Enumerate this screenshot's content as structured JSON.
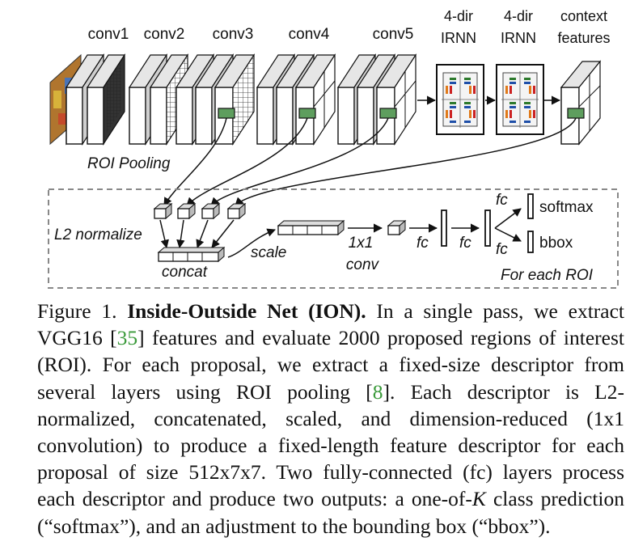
{
  "diagram": {
    "conv_labels": [
      "conv1",
      "conv2",
      "conv3",
      "conv4",
      "conv5"
    ],
    "irnn_label_1": [
      "4-dir",
      "IRNN"
    ],
    "irnn_label_2": [
      "4-dir",
      "IRNN"
    ],
    "context_label": [
      "context",
      "features"
    ],
    "roi_pooling": "ROI Pooling",
    "l2_normalize": "L2 normalize",
    "concat": "concat",
    "scale": "scale",
    "conv1x1": [
      "1x1",
      "conv"
    ],
    "fc": "fc",
    "softmax": "softmax",
    "bbox": "bbox",
    "for_each_roi": "For each ROI"
  },
  "caption": {
    "figure": "Figure 1. ",
    "title": "Inside-Outside Net (ION).",
    "t1": " In a single pass, we extract VGG16 [",
    "ref1": "35",
    "t2": "] features and evaluate 2000 proposed regions of interest (ROI). For each proposal, we extract a fixed-size descriptor from several layers using ROI pooling [",
    "ref2": "8",
    "t3": "]. Each descriptor is L2-normalized, concatenated, scaled, and dimension-reduced (1x1 convolution) to produce a fixed-length feature descriptor for each proposal of size 512x7x7. Two fully-connected (fc) layers process each descriptor and produce two outputs: a one-of-",
    "k": "K",
    "t4": " class prediction (“softmax”), and an adjustment to the bounding box (“bbox”)."
  }
}
